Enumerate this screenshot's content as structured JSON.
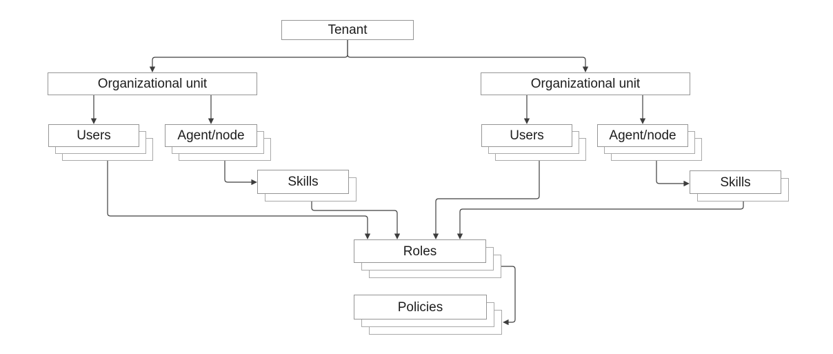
{
  "colors": {
    "background": "#ffffff",
    "box_border": "#949494",
    "stack_border": "#a8a8a8",
    "connector": "#3d3d3d",
    "text": "#1c1c1c"
  },
  "nodes": {
    "tenant": {
      "label": "Tenant"
    },
    "ou_left": {
      "label": "Organizational unit"
    },
    "users_left": {
      "label": "Users"
    },
    "agent_left": {
      "label": "Agent/node"
    },
    "skills_left": {
      "label": "Skills"
    },
    "ou_right": {
      "label": "Organizational unit"
    },
    "users_right": {
      "label": "Users"
    },
    "agent_right": {
      "label": "Agent/node"
    },
    "skills_right": {
      "label": "Skills"
    },
    "roles": {
      "label": "Roles"
    },
    "policies": {
      "label": "Policies"
    }
  },
  "edges": [
    {
      "from": "Tenant",
      "to": "Organizational unit (left)"
    },
    {
      "from": "Tenant",
      "to": "Organizational unit (right)"
    },
    {
      "from": "Organizational unit (left)",
      "to": "Users (left)"
    },
    {
      "from": "Organizational unit (left)",
      "to": "Agent/node (left)"
    },
    {
      "from": "Agent/node (left)",
      "to": "Skills (left)"
    },
    {
      "from": "Organizational unit (right)",
      "to": "Users (right)"
    },
    {
      "from": "Organizational unit (right)",
      "to": "Agent/node (right)"
    },
    {
      "from": "Agent/node (right)",
      "to": "Skills (right)"
    },
    {
      "from": "Users (left)",
      "to": "Roles"
    },
    {
      "from": "Skills (left)",
      "to": "Roles"
    },
    {
      "from": "Users (right)",
      "to": "Roles"
    },
    {
      "from": "Skills (right)",
      "to": "Roles"
    },
    {
      "from": "Roles",
      "to": "Policies"
    }
  ]
}
